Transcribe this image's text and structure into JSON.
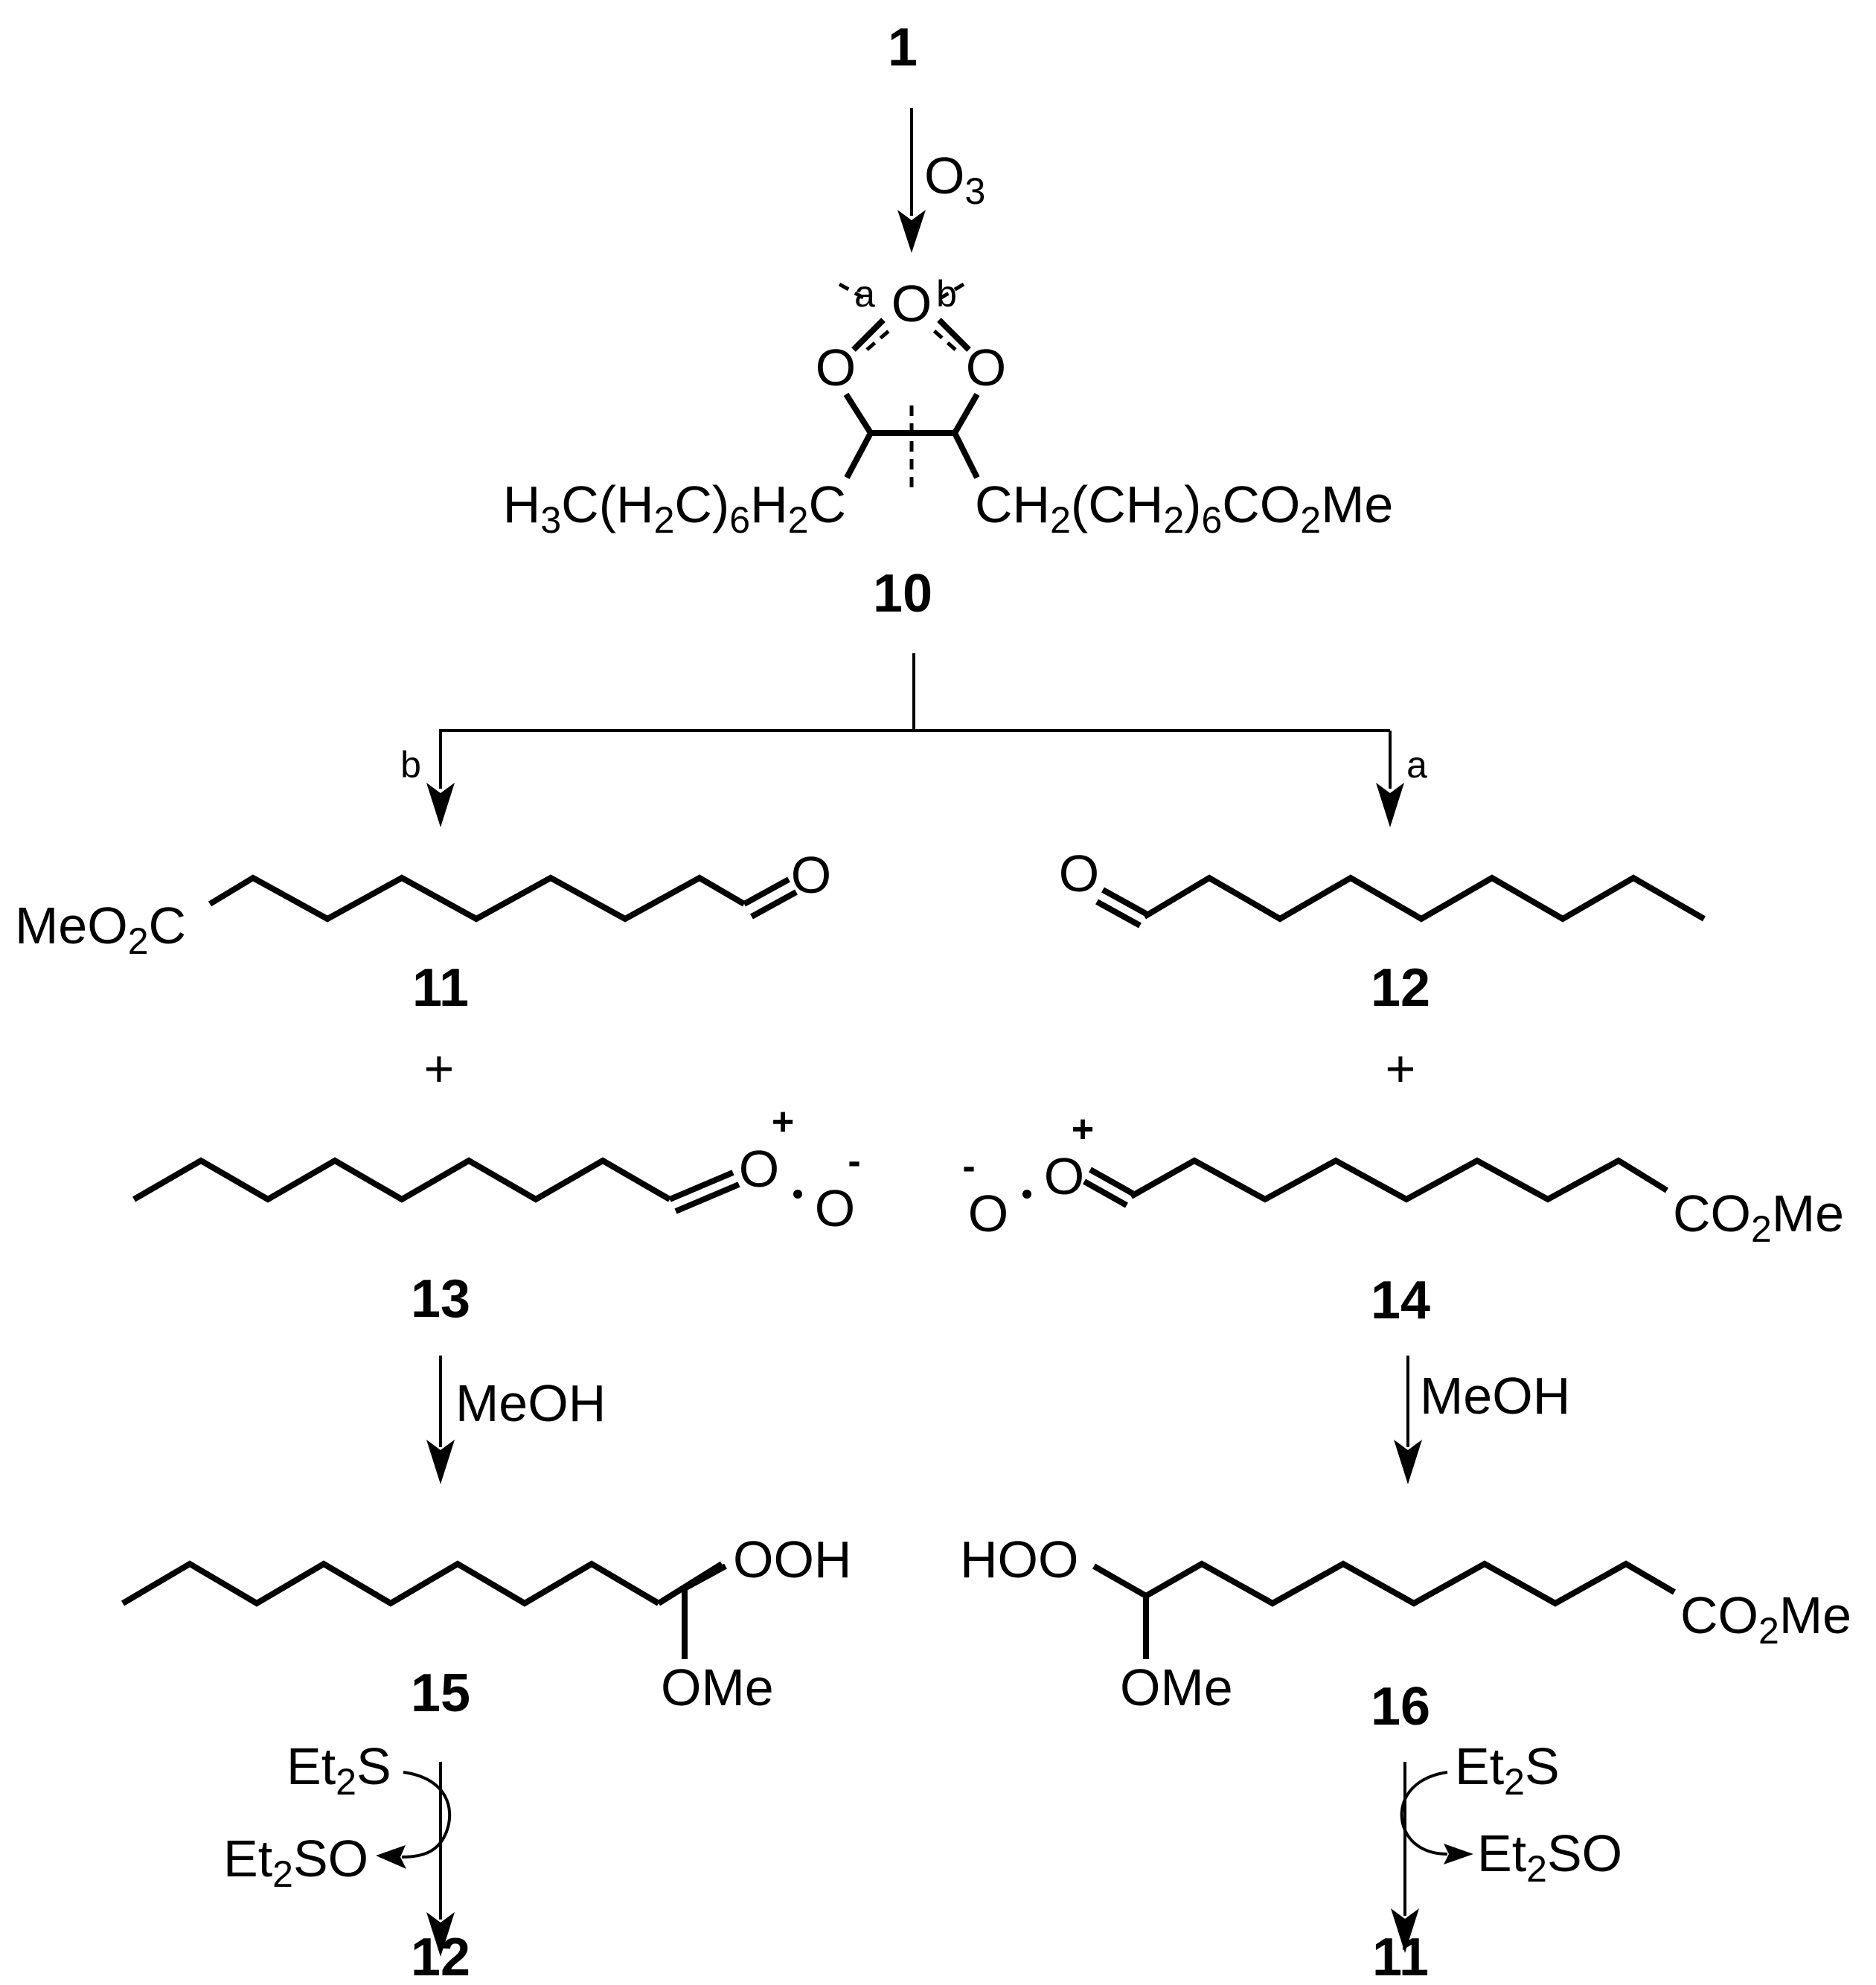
{
  "compounds": {
    "c1": "1",
    "c10": "10",
    "c11": "11",
    "c12": "12",
    "c13": "13",
    "c14": "14",
    "c15": "15",
    "c16": "16",
    "c12b": "12",
    "c11b": "11"
  },
  "reagents": {
    "ozone_base": "O",
    "ozone_sub": "3",
    "meoh_left": "MeOH",
    "meoh_right": "MeOH",
    "et2s_left_a": "Et",
    "et2s_left_sub": "2",
    "et2s_left_b": "S",
    "et2so_left_a": "Et",
    "et2so_left_sub": "2",
    "et2so_left_b": "SO",
    "et2s_right_a": "Et",
    "et2s_right_sub": "2",
    "et2s_right_b": "S",
    "et2so_right_a": "Et",
    "et2so_right_sub": "2",
    "et2so_right_b": "SO"
  },
  "pathways": {
    "left": "b",
    "right": "a"
  },
  "ozonide": {
    "top_o": "O",
    "left_o": "O",
    "right_o": "O",
    "cleave_a": "a",
    "cleave_b": "b",
    "left_chain": [
      {
        "t": "H",
        "s": false
      },
      {
        "t": "3",
        "s": true
      },
      {
        "t": "C(H",
        "s": false
      },
      {
        "t": "2",
        "s": true
      },
      {
        "t": "C)",
        "s": false
      },
      {
        "t": "6",
        "s": true
      },
      {
        "t": "H",
        "s": false
      },
      {
        "t": "2",
        "s": true
      },
      {
        "t": "C",
        "s": false
      }
    ],
    "right_chain": [
      {
        "t": "CH",
        "s": false
      },
      {
        "t": "2",
        "s": true
      },
      {
        "t": "(CH",
        "s": false
      },
      {
        "t": "2",
        "s": true
      },
      {
        "t": ")",
        "s": false
      },
      {
        "t": "6",
        "s": true
      },
      {
        "t": "CO",
        "s": false
      },
      {
        "t": "2",
        "s": true
      },
      {
        "t": "Me",
        "s": false
      }
    ]
  },
  "atoms": {
    "c11_ester_a": "MeO",
    "c11_ester_sub": "2",
    "c11_ester_b": "C",
    "c11_o": "O",
    "c12_o": "O",
    "c13_o1": "O",
    "c13_o2": "O",
    "c13_plus": "+",
    "c13_minus": "-",
    "c14_o1": "O",
    "c14_o2": "O",
    "c14_plus": "+",
    "c14_minus": "-",
    "c14_ester_a": "CO",
    "c14_ester_sub": "2",
    "c14_ester_b": "Me",
    "c15_ooh": "OOH",
    "c15_ome": "OMe",
    "c16_hoo": "HOO",
    "c16_ome": "OMe",
    "c16_ester_a": "CO",
    "c16_ester_sub": "2",
    "c16_ester_b": "Me",
    "plus_left": "+",
    "plus_right": "+"
  }
}
